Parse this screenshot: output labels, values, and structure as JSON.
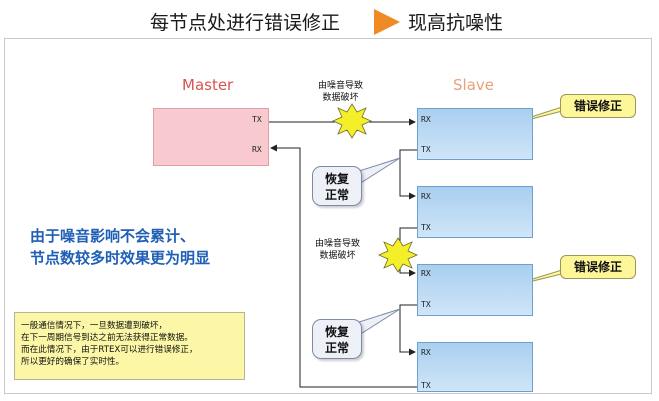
{
  "header": {
    "title": "每节点处进行错误修正",
    "subtitle": "现高抗噪性"
  },
  "labels": {
    "master": "Master",
    "slave": "Slave",
    "tx": "TX",
    "rx": "RX"
  },
  "noise": {
    "line1": "由噪音导致",
    "line2": "数据破坏"
  },
  "callouts": {
    "error_fix": "错误修正",
    "recover_line1": "恢复",
    "recover_line2": "正常"
  },
  "summary": {
    "line1": "由于噪音影响不会累计、",
    "line2": "节点数较多时效果更为明显"
  },
  "note": {
    "line1": "一般通信情况下，一旦数据遭到破坏，",
    "line2": "在下一周期信号到达之前无法获得正常数据。",
    "line3": "而在此情况下，由于RTEX可以进行错误修正，",
    "line4": "所以更好的确保了实时性。"
  },
  "colors": {
    "accent_arrow": "#f08a24",
    "master_fill": "#f8c9cf",
    "slave_fill": "#b9daf5",
    "callout_fill": "#fef79a",
    "summary_text": "#1f5fb6",
    "master_label": "#d9534f",
    "slave_label": "#e8a07a"
  }
}
